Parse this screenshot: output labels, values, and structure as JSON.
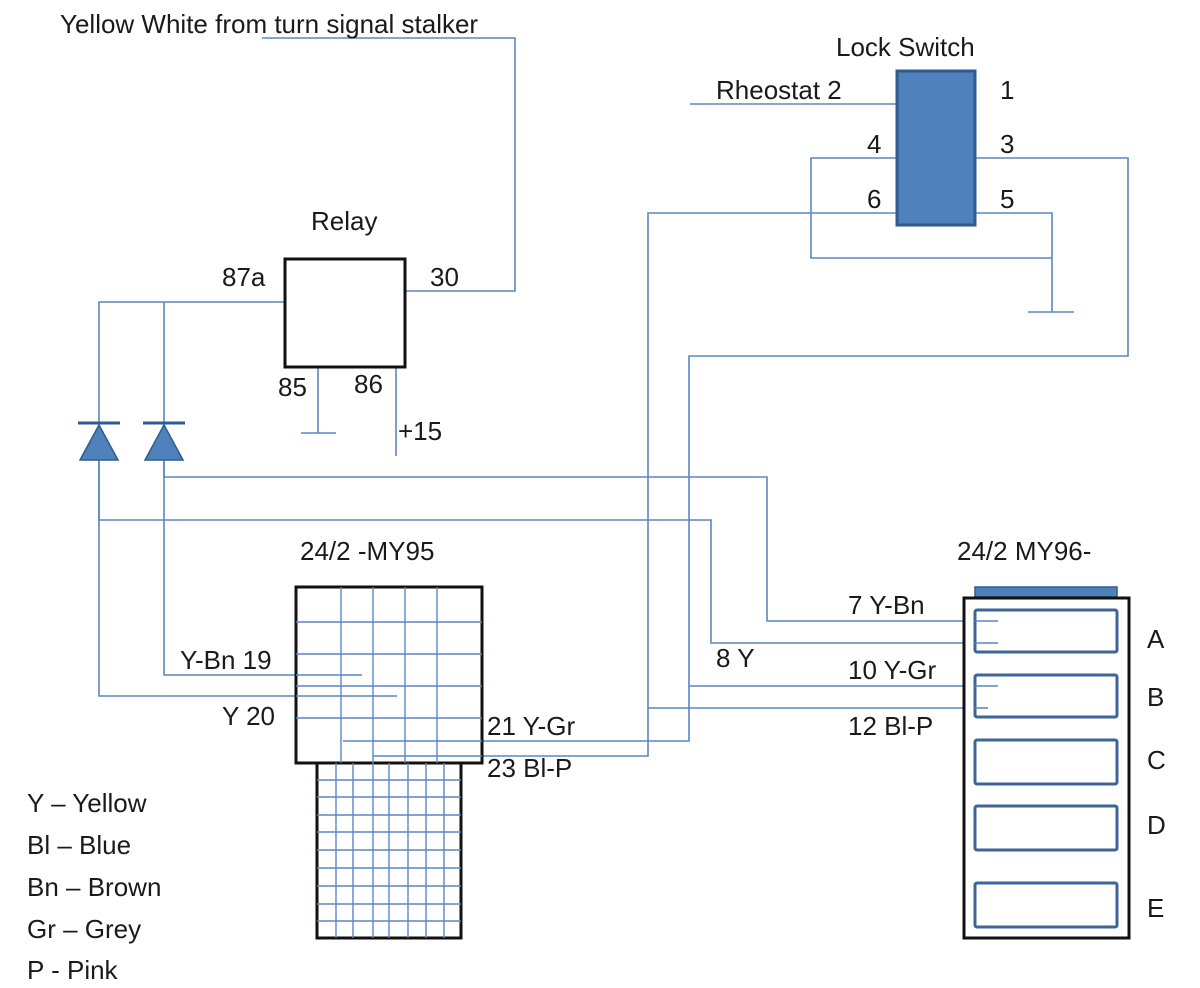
{
  "labels": {
    "source": "Yellow White from turn signal stalker",
    "lock_switch": "Lock Switch",
    "rheostat": "Rheostat 2",
    "relay": "Relay",
    "connector_old": "24/2 -MY95",
    "connector_new": "24/2 MY96-",
    "plus15": "+15"
  },
  "lock_switch_pins": {
    "p1": "1",
    "p3": "3",
    "p4": "4",
    "p5": "5",
    "p6": "6"
  },
  "relay_pins": {
    "p87a": "87a",
    "p30": "30",
    "p85": "85",
    "p86": "86"
  },
  "old_connector_wires": {
    "w19": "Y-Bn 19",
    "w20": "Y 20",
    "w21": "21 Y-Gr",
    "w23": "23 Bl-P"
  },
  "new_connector_wires": {
    "w7": "7 Y-Bn",
    "w8": "8 Y",
    "w10": "10 Y-Gr",
    "w12": "12 Bl-P"
  },
  "new_connector_rows": [
    "A",
    "B",
    "C",
    "D",
    "E"
  ],
  "legend": [
    "Y – Yellow",
    "Bl – Blue",
    "Bn – Brown",
    "Gr – Grey",
    "P - Pink"
  ],
  "colors": {
    "wire": "#5b87c3",
    "switch_fill": "#4f81bd",
    "outline": "#111111"
  }
}
